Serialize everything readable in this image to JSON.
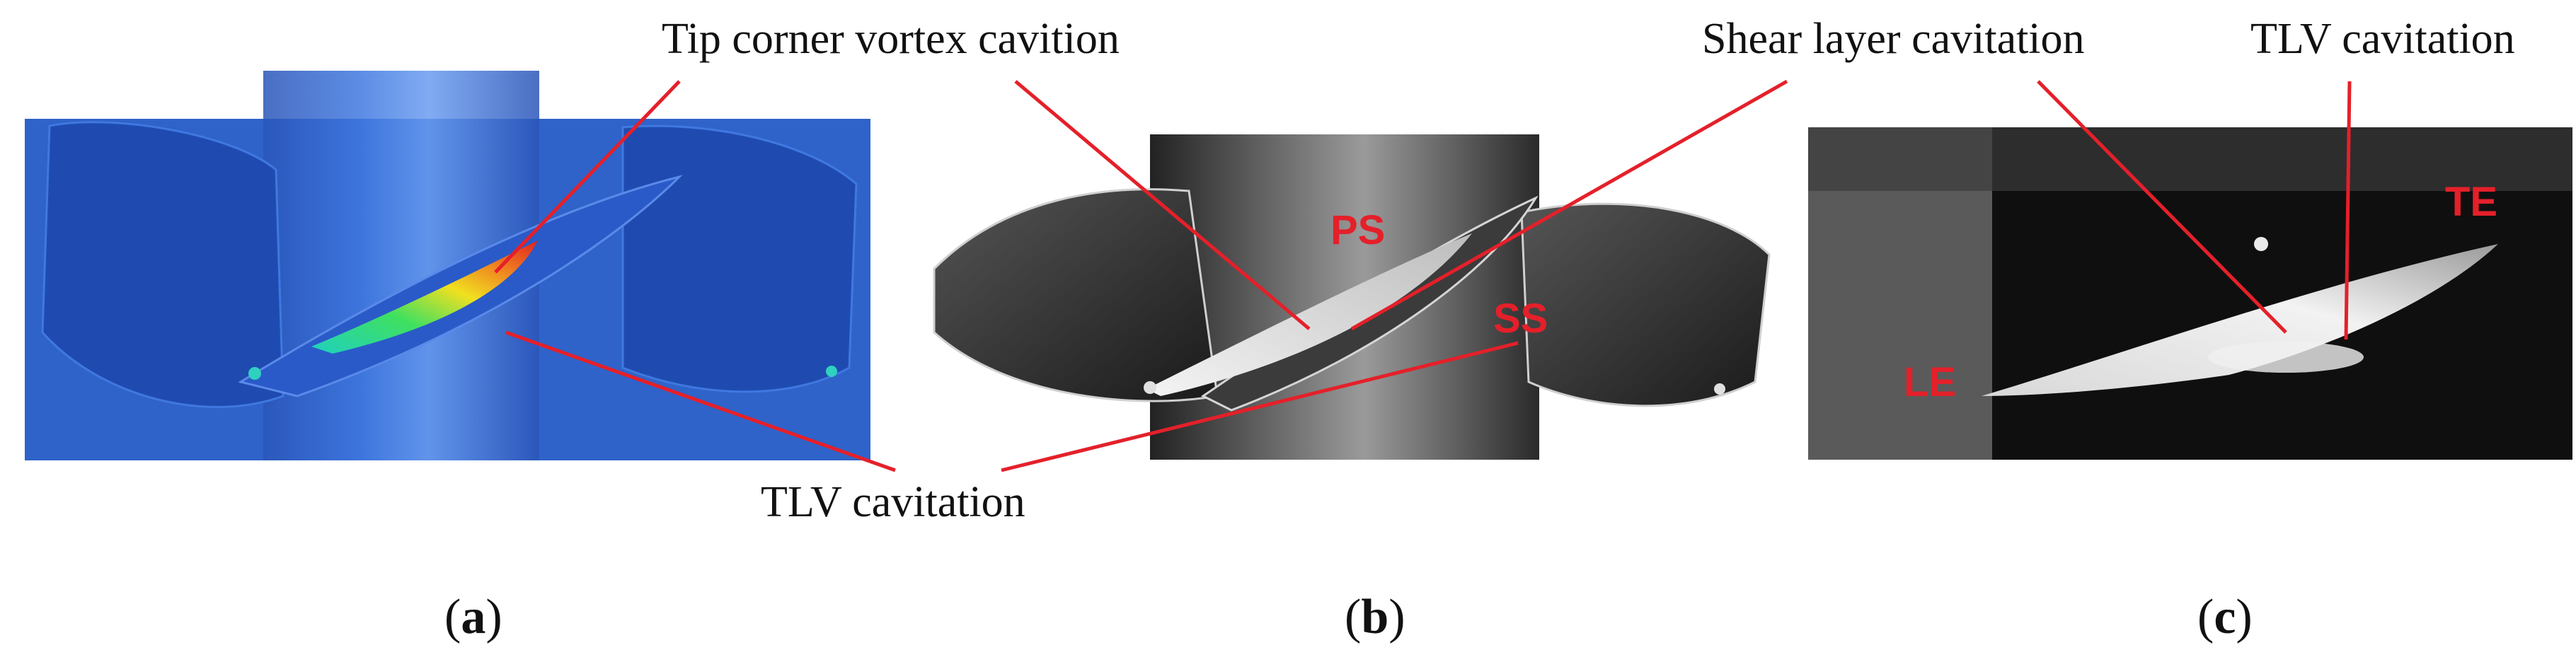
{
  "annotations": {
    "tip_corner_vortex": "Tip corner vortex cavition",
    "shear_layer": "Shear layer cavitation",
    "tlv_top_right": "TLV cavitation",
    "tlv_bottom": "TLV cavitation"
  },
  "region_labels": {
    "ps": "PS",
    "ss": "SS",
    "le": "LE",
    "te": "TE"
  },
  "panel_labels": {
    "a": "a",
    "b": "b",
    "c": "c"
  },
  "colors": {
    "leader_line": "#e4202a",
    "region_label": "#e4202a",
    "cfd_background": "#2f63c9",
    "cfd_blade": "#1f4bb0",
    "render_hub": "#3a3a3a",
    "photo_background": "#0f0f0f"
  }
}
